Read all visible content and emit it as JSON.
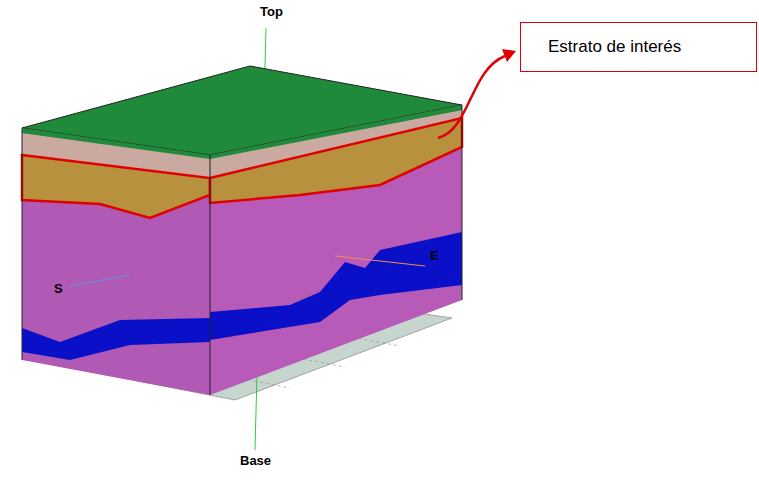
{
  "diagram": {
    "nodes": [
      {
        "text": [
          "Estrato de interés"
        ]
      }
    ],
    "labels": [
      "Top",
      "Base",
      "S",
      "E"
    ]
  }
}
